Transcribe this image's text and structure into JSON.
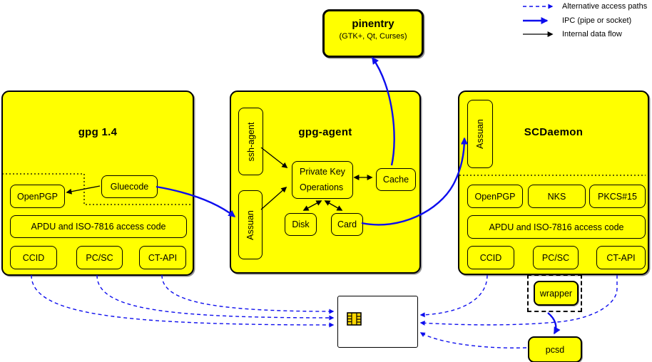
{
  "legend": {
    "alt_access": "Alternative access paths",
    "ipc": "IPC (pipe or socket)",
    "internal": "Internal data flow"
  },
  "pinentry": {
    "title": "pinentry",
    "subtitle": "(GTK+, Qt, Curses)"
  },
  "gpg14": {
    "title": "gpg 1.4",
    "openpgp": "OpenPGP",
    "gluecode": "Gluecode",
    "apdu": "APDU and ISO-7816 access code",
    "ccid": "CCID",
    "pcsc": "PC/SC",
    "ctapi": "CT-API"
  },
  "gpg_agent": {
    "title": "gpg-agent",
    "ssh_agent": "ssh-agent",
    "assuan": "Assuan",
    "private_key_ops_line1": "Private Key",
    "private_key_ops_line2": "Operations",
    "cache": "Cache",
    "disk": "Disk",
    "card": "Card"
  },
  "scdaemon": {
    "title": "SCDaemon",
    "assuan": "Assuan",
    "openpgp": "OpenPGP",
    "nks": "NKS",
    "pkcs15": "PKCS#15",
    "apdu": "APDU and ISO-7816 access code",
    "ccid": "CCID",
    "pcsc": "PC/SC",
    "ctapi": "CT-API"
  },
  "wrapper": {
    "label": "wrapper"
  },
  "pcsd": {
    "label": "pcsd"
  },
  "smartcard": {
    "icon": "smartcard-chip-icon"
  },
  "colors": {
    "box_fill": "#FFFF00",
    "line_blue": "#0D0DEE",
    "line_black": "#000000",
    "chip_gold": "#FFD700"
  }
}
